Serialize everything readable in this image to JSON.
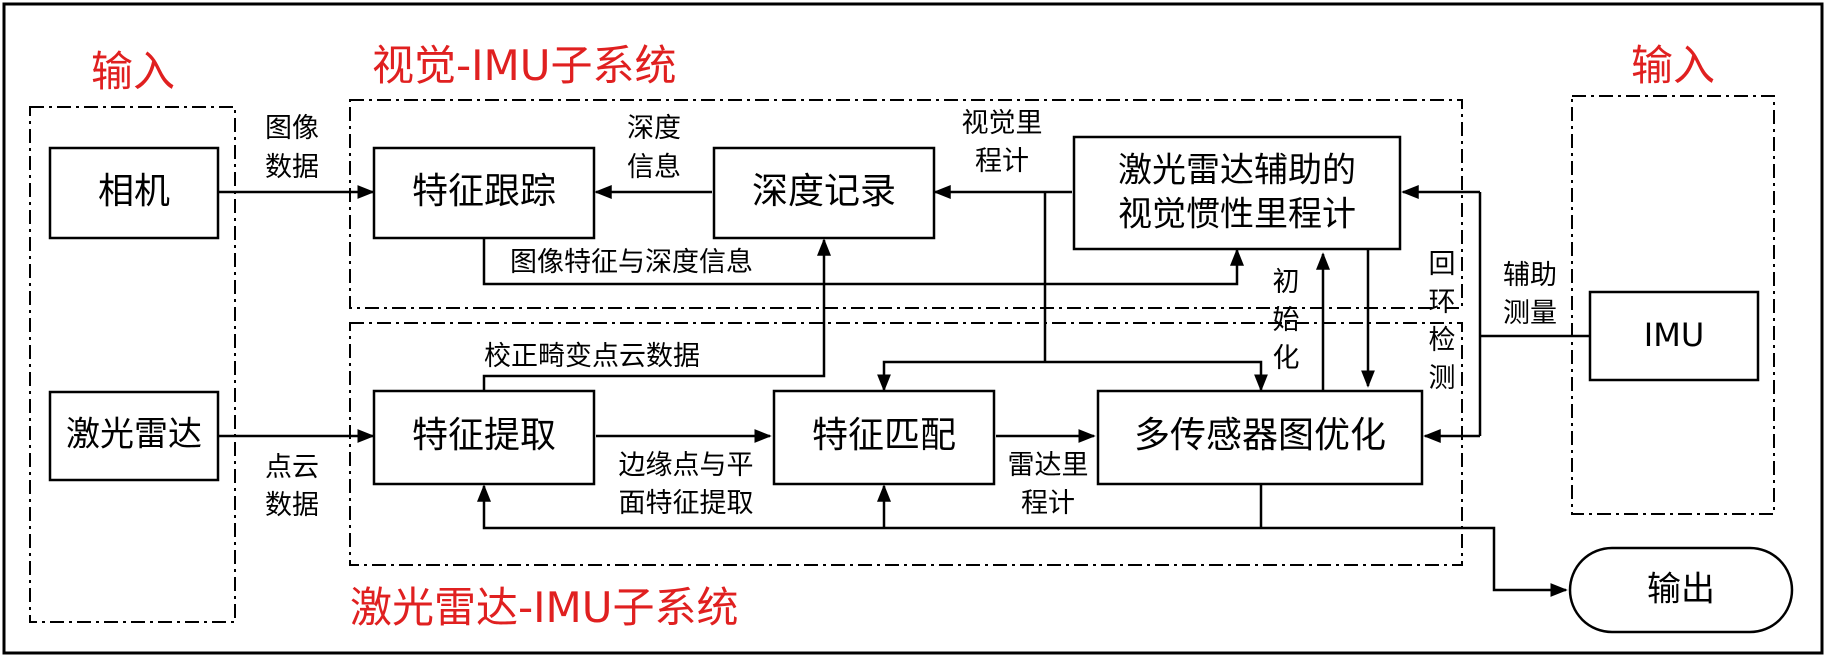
{
  "regions": {
    "input_left": "输入",
    "input_right": "输入",
    "visual_subsystem": "视觉-IMU子系统",
    "lidar_subsystem": "激光雷达-IMU子系统"
  },
  "nodes": {
    "camera": "相机",
    "lidar": "激光雷达",
    "feature_tracking": "特征跟踪",
    "depth_record": "深度记录",
    "lidar_vio_line1": "激光雷达辅助的",
    "lidar_vio_line2": "视觉惯性里程计",
    "feature_extraction": "特征提取",
    "feature_matching": "特征匹配",
    "graph_optimization": "多传感器图优化",
    "imu": "IMU",
    "output": "输出"
  },
  "edges": {
    "image_data_1": "图像",
    "image_data_2": "数据",
    "depth_info_1": "深度",
    "depth_info_2": "信息",
    "visual_odom_1": "视觉里",
    "visual_odom_2": "程计",
    "image_features_depth": "图像特征与深度信息",
    "init_1": "初",
    "init_2": "始",
    "init_3": "化",
    "loop_1": "回",
    "loop_2": "环",
    "loop_3": "检",
    "loop_4": "测",
    "aux_meas_1": "辅助",
    "aux_meas_2": "测量",
    "undistorted_cloud": "校正畸变点云数据",
    "point_cloud_1": "点云",
    "point_cloud_2": "数据",
    "edge_plane_1": "边缘点与平",
    "edge_plane_2": "面特征提取",
    "lidar_odom_1": "雷达里",
    "lidar_odom_2": "程计"
  }
}
